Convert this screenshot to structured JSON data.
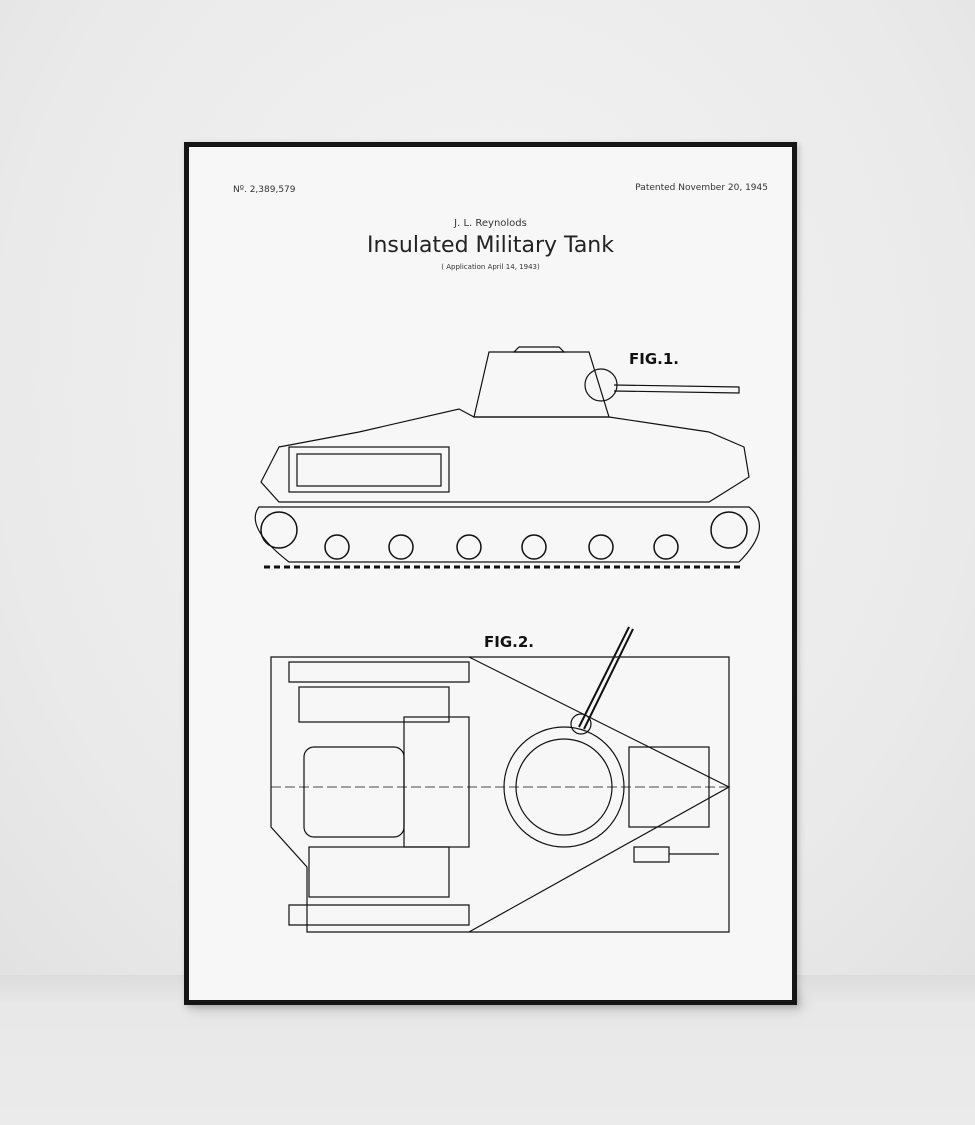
{
  "poster": {
    "patent_number": "Nº. 2,389,579",
    "patented_date": "Patented November 20, 1945",
    "inventor": "J. L. Reynolods",
    "title": "Insulated Military Tank",
    "application": "( Application  April 14, 1943)",
    "fig1_label": "FIG.1.",
    "fig2_label": "FIG.2."
  }
}
